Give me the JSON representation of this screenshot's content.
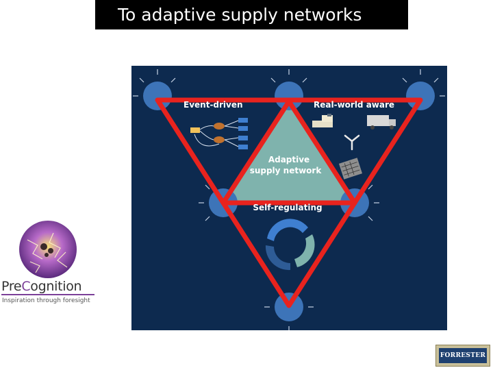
{
  "slide": {
    "title": "To adaptive supply networks"
  },
  "diagram": {
    "labels": {
      "event_driven": "Event-driven",
      "real_world_aware": "Real-world aware",
      "adaptive_line1": "Adaptive",
      "adaptive_line2": "supply network",
      "self_regulating": "Self-regulating"
    },
    "colors": {
      "background": "#0d2a4f",
      "triangle_outline": "#e8231e",
      "center_fill": "#7fb3ad",
      "node_fill": "#3d74b8"
    }
  },
  "precognition_logo": {
    "name_part1": "Pre",
    "name_part2": "C",
    "name_part3": "ognition",
    "tagline": "Inspiration through foresight"
  },
  "forrester_logo": {
    "text": "FORRESTER"
  }
}
